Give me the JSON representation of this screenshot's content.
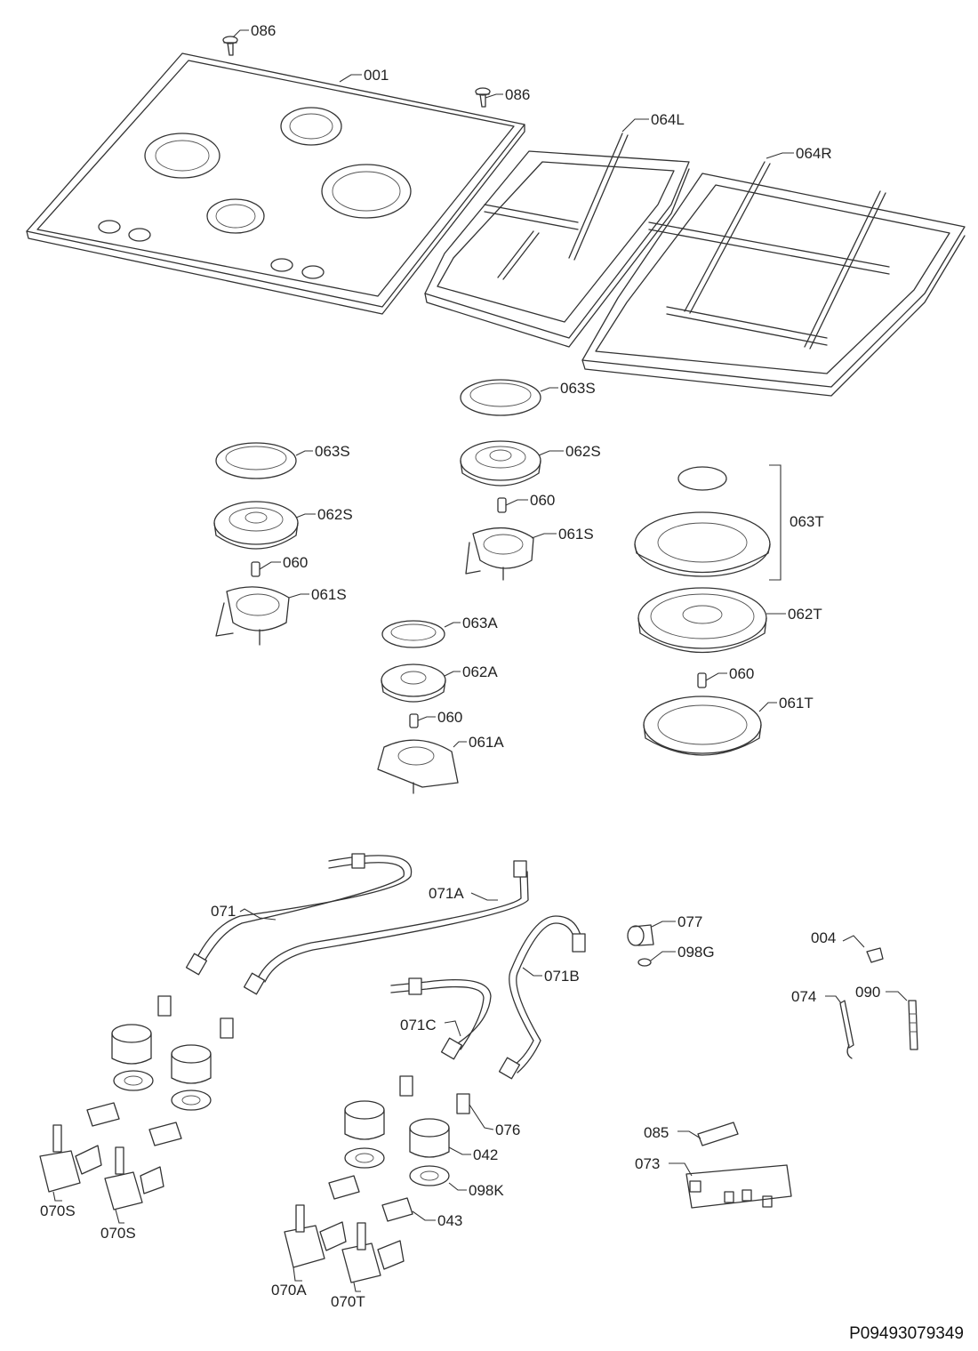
{
  "diagram": {
    "document_id": "P09493079349",
    "labels": {
      "p086a": "086",
      "p086b": "086",
      "p001": "001",
      "p064L": "064L",
      "p064R": "064R",
      "p063S_top": "063S",
      "p062S_top": "062S",
      "p060_top": "060",
      "p061S_top": "061S",
      "p063S_left": "063S",
      "p062S_left": "062S",
      "p060_left": "060",
      "p061S_left": "061S",
      "p063T": "063T",
      "p062T": "062T",
      "p060_right": "060",
      "p061T": "061T",
      "p063A": "063A",
      "p062A": "062A",
      "p060_mid": "060",
      "p061A": "061A",
      "p071": "071",
      "p071A": "071A",
      "p071B": "071B",
      "p071C": "071C",
      "p077": "077",
      "p098G": "098G",
      "p004": "004",
      "p074": "074",
      "p090": "090",
      "p076": "076",
      "p042": "042",
      "p098K": "098K",
      "p043": "043",
      "p085": "085",
      "p073": "073",
      "p070S_a": "070S",
      "p070S_b": "070S",
      "p070A": "070A",
      "p070T": "070T"
    }
  }
}
